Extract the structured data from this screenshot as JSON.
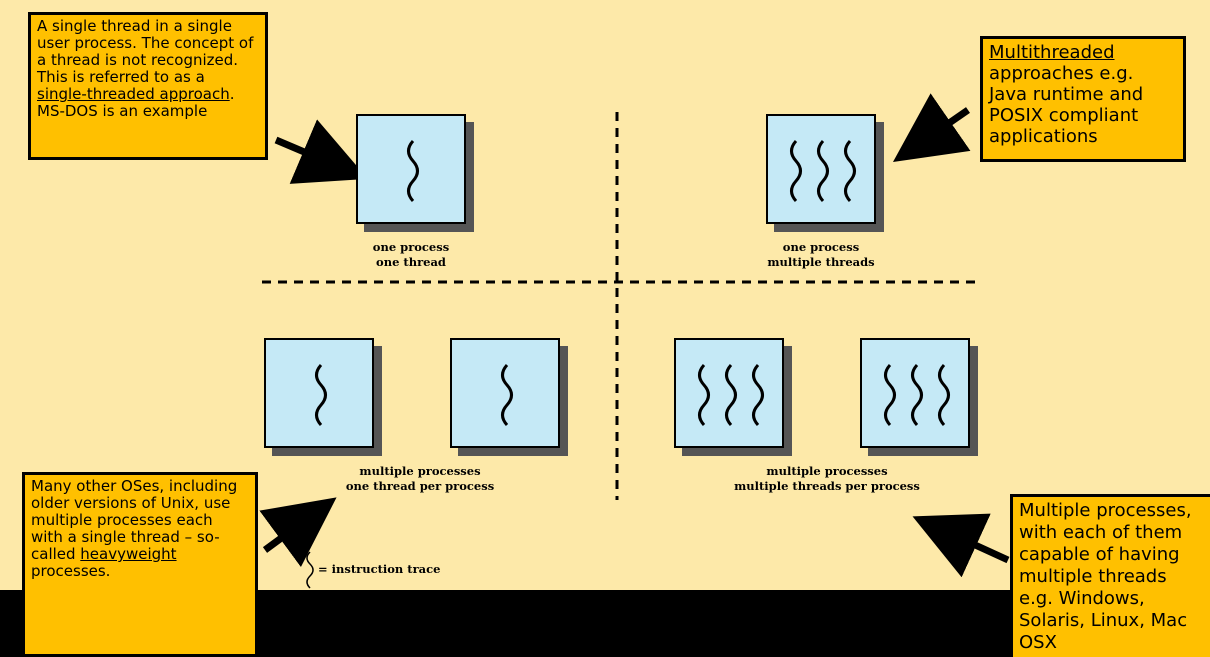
{
  "notes": {
    "single_threaded": {
      "pre": "A single thread in a single user process. The concept of a thread is not recognized. This is referred to as a ",
      "link": "single-threaded approach",
      "post": ".",
      "example": "MS-DOS is an example"
    },
    "multithreaded": {
      "link": "Multithreaded",
      "post": " approaches e.g. Java runtime and POSIX compliant applications"
    },
    "many_other": {
      "pre": "Many other OSes, including older versions of Unix, use multiple processes each with a single thread – so-called ",
      "link": "heavyweight",
      "post": " processes."
    },
    "multi_multi": {
      "text": "Multiple processes, with each of them capable of having multiple threads e.g. Windows, Solaris, Linux, Mac OSX"
    }
  },
  "captions": {
    "one_one": {
      "line1": "one process",
      "line2": "one thread"
    },
    "one_multi": {
      "line1": "one process",
      "line2": "multiple threads"
    },
    "multi_one": {
      "line1": "multiple processes",
      "line2": "one thread per process"
    },
    "multi_multi": {
      "line1": "multiple processes",
      "line2": "multiple threads per process"
    }
  },
  "legend": {
    "text": "= instruction trace"
  },
  "colors": {
    "background": "#fde9a9",
    "process_fill": "#c5e9f6",
    "note_fill": "#ffc000",
    "shadow": "#555555"
  }
}
